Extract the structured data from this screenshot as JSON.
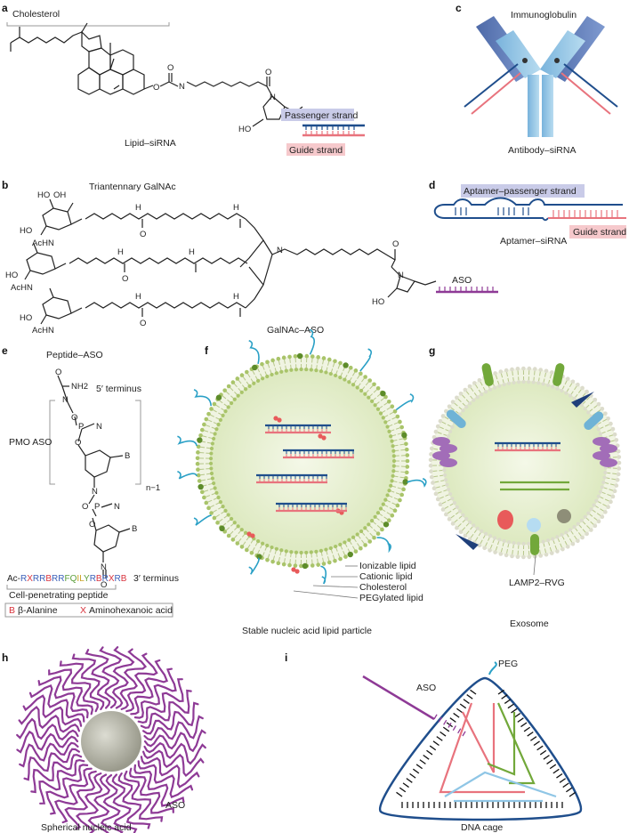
{
  "panels": {
    "a": {
      "letter": "a",
      "cholesterol": "Cholesterol",
      "name": "Lipid–siRNA",
      "passenger": "Passenger strand",
      "guide": "Guide strand",
      "oh": "HO",
      "n": "N",
      "o": "O"
    },
    "b": {
      "letter": "b",
      "triantennary": "Triantennary GalNAc",
      "name": "GalNAc–ASO",
      "aso": "ASO",
      "acnh": "AcHN",
      "ho": "HO",
      "oh": "OH",
      "h": "H",
      "n": "N",
      "o": "O"
    },
    "c": {
      "letter": "c",
      "immunoglobulin": "Immunoglobulin",
      "name": "Antibody–siRNA"
    },
    "d": {
      "letter": "d",
      "aptamer_passenger": "Aptamer–passenger strand",
      "guide": "Guide strand",
      "name": "Aptamer–siRNA"
    },
    "e": {
      "letter": "e",
      "peptide_aso": "Peptide–ASO",
      "nh2": "NH2",
      "five_prime": "5′ terminus",
      "pmo_aso": "PMO ASO",
      "three_prime": "3′ terminus",
      "n_minus_1": "n−1",
      "b": "B",
      "cpp": "Cell-penetrating peptide",
      "legend_b": "β-Alanine",
      "legend_x": "Aminohexanoic acid",
      "legend_b_key": "B",
      "legend_x_key": "X",
      "p": "P",
      "n": "N",
      "o": "O",
      "seq": [
        {
          "t": "Ac-",
          "c": "#222"
        },
        {
          "t": "R",
          "c": "#3a5fb8"
        },
        {
          "t": "X",
          "c": "#d8323c"
        },
        {
          "t": "R",
          "c": "#3a5fb8"
        },
        {
          "t": "R",
          "c": "#3a5fb8"
        },
        {
          "t": "B",
          "c": "#d8323c"
        },
        {
          "t": "R",
          "c": "#3a5fb8"
        },
        {
          "t": "R",
          "c": "#3a5fb8"
        },
        {
          "t": "F",
          "c": "#5a9e3a"
        },
        {
          "t": "Q",
          "c": "#5a9e3a"
        },
        {
          "t": "I",
          "c": "#c8a020"
        },
        {
          "t": "L",
          "c": "#c8a020"
        },
        {
          "t": "Y",
          "c": "#5a9e3a"
        },
        {
          "t": "R",
          "c": "#3a5fb8"
        },
        {
          "t": "B",
          "c": "#d8323c"
        },
        {
          "t": "R",
          "c": "#3a5fb8"
        },
        {
          "t": "X",
          "c": "#d8323c"
        },
        {
          "t": "R",
          "c": "#3a5fb8"
        },
        {
          "t": "B",
          "c": "#d8323c"
        }
      ]
    },
    "f": {
      "letter": "f",
      "ionizable": "Ionizable lipid",
      "cationic": "Cationic lipid",
      "cholesterol": "Cholesterol",
      "pegylated": "PEGylated lipid",
      "name": "Stable nucleic acid lipid particle"
    },
    "g": {
      "letter": "g",
      "lamp": "LAMP2–RVG",
      "name": "Exosome"
    },
    "h": {
      "letter": "h",
      "aso": "ASO",
      "name": "Spherical nucleic acid"
    },
    "i": {
      "letter": "i",
      "peg": "PEG",
      "aso": "ASO",
      "name": "DNA cage"
    }
  },
  "colors": {
    "navy": "#1f4e8c",
    "pink": "#e8737d",
    "purple": "#8e3a96",
    "green": "#72a83a",
    "teal": "#2aa0c6",
    "lightblue": "#8fc6e6",
    "lavender": "#c9cbe8",
    "pinkbg": "#f6c9cc",
    "vesicle": "#e5efcd",
    "lipid_head": "#7ca63a",
    "red": "#e85a5a",
    "gray_sphere": "#a8a89a"
  }
}
